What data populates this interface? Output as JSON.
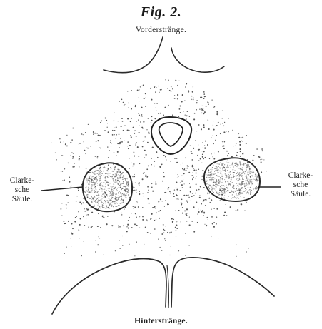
{
  "figure": {
    "title": "Fig. 2.",
    "labels": {
      "top": "Vorderstränge.",
      "bottom": "Hinterstränge.",
      "left_lines": [
        "Clarke-",
        "sche",
        "Säule."
      ],
      "right_lines": [
        "Clarke-",
        "sche",
        "Säule."
      ]
    }
  }
}
